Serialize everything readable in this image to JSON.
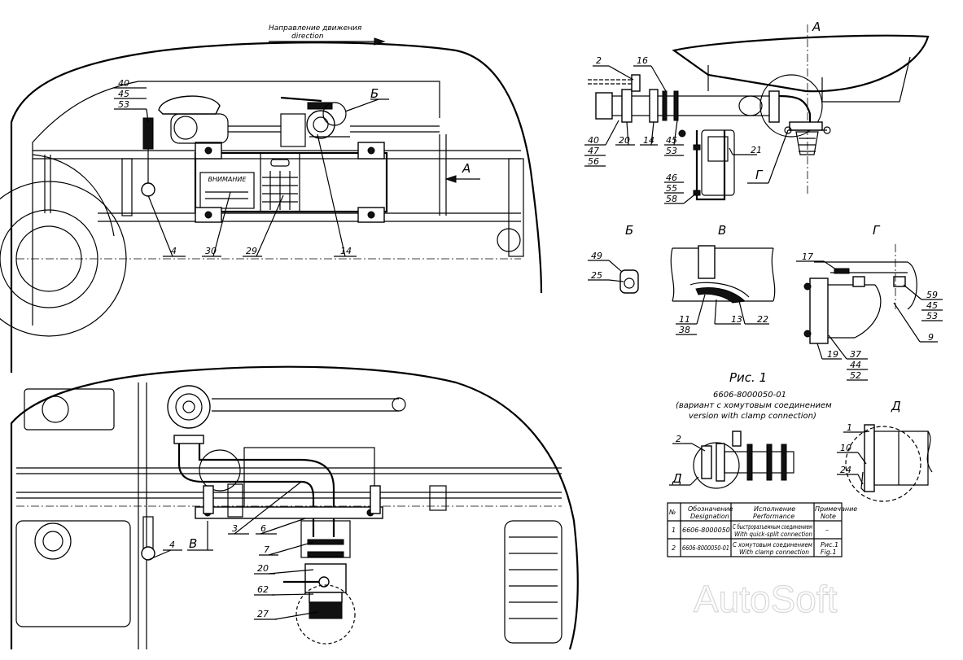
{
  "direction": {
    "ru": "Направление движения",
    "en": "direction"
  },
  "view_letters": {
    "a_main": "А",
    "a_view": "А",
    "b_view": "Б",
    "b_callout": "Б",
    "v_view": "В",
    "v_callout": "В",
    "g_view": "Г",
    "g_callout": "Г",
    "d_view": "Д",
    "d_callout": "Д"
  },
  "main_labels": {
    "l40": "40",
    "l45": "45",
    "l53": "53",
    "l4": "4",
    "l30": "30",
    "l29": "29",
    "l14": "14",
    "warning_sign": "ВНИМАНИЕ"
  },
  "bottom_labels": {
    "l4": "4",
    "l3": "3",
    "l6": "6",
    "l7": "7",
    "l20": "20",
    "l62": "62",
    "l27": "27"
  },
  "view_a_labels": {
    "l2": "2",
    "l16": "16",
    "l40": "40",
    "l47": "47",
    "l56": "56",
    "l20": "20",
    "l14": "14",
    "l45": "45",
    "l53": "53",
    "l21": "21",
    "l46": "46",
    "l55": "55",
    "l58": "58"
  },
  "view_b_labels": {
    "l49": "49",
    "l25": "25"
  },
  "view_v_labels": {
    "l11": "11",
    "l38": "38",
    "l13": "13",
    "l22": "22"
  },
  "view_g_labels": {
    "l17": "17",
    "l59": "59",
    "l45": "45",
    "l53": "53",
    "l9": "9",
    "l19": "19",
    "l37": "37",
    "l44": "44",
    "l52": "52"
  },
  "fig1": {
    "title": "Рис. 1",
    "code": "6606-8000050-01",
    "subtitle_ru": "(вариант с хомутовым соединением",
    "subtitle_en": "version with clamp connection)",
    "l2": "2"
  },
  "view_d_labels": {
    "l1": "1",
    "l10": "10",
    "l24": "24"
  },
  "table": {
    "headers": [
      {
        "ru": "№",
        "en": ""
      },
      {
        "ru": "Обозначение",
        "en": "Designation"
      },
      {
        "ru": "Исполнение",
        "en": "Performance"
      },
      {
        "ru": "Примечание",
        "en": "Note"
      }
    ],
    "rows": [
      {
        "n": "1",
        "designation": "6606-8000050",
        "perf_ru": "С быстроразъемным соединением",
        "perf_en": "With quick-split connection",
        "note_ru": "–",
        "note_en": ""
      },
      {
        "n": "2",
        "designation": "6606-8000050-01",
        "perf_ru": "С хомутовым соединением",
        "perf_en": "With clamp connection",
        "note_ru": "Рис.1",
        "note_en": "Fig.1"
      }
    ]
  },
  "watermark": "AutoSoft"
}
